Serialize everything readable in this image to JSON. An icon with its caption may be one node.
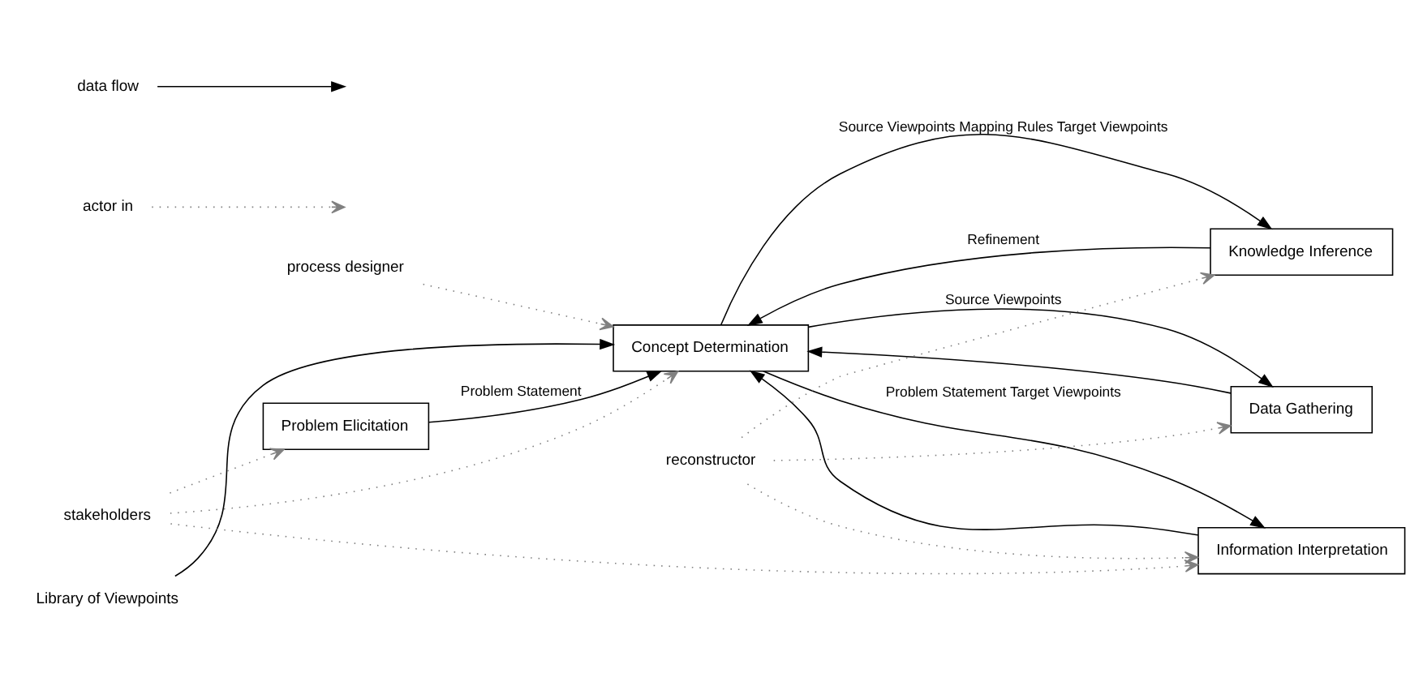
{
  "diagram": {
    "nodes": [
      {
        "text": [
          "Problem Elicitation"
        ]
      },
      {
        "text": [
          "Concept Determination"
        ]
      },
      {
        "text": [
          "Knowledge Inference"
        ]
      },
      {
        "text": [
          "Data Gathering"
        ]
      },
      {
        "text": [
          "Information Interpretation"
        ]
      },
      {
        "text": [
          "Library of Viewpoints"
        ]
      },
      {
        "text": [
          "stakeholders"
        ]
      },
      {
        "text": [
          "process designer"
        ]
      },
      {
        "text": [
          "reconstructor"
        ]
      }
    ],
    "edges": [
      {
        "from": 0,
        "to": 1,
        "arrow": "to",
        "label": "Problem Statement"
      },
      {
        "from": 5,
        "to": 1,
        "arrow": "to"
      },
      {
        "from": 1,
        "to": 4,
        "arrow": "to",
        "label": "Problem Statement Target Viewpoints"
      },
      {
        "from": 1,
        "to": 2,
        "arrow": "to",
        "label": "Source Viewpoints Mapping Rules Target Viewpoints"
      },
      {
        "from": 1,
        "to": 3,
        "arrow": "to",
        "label": "Source Viewpoints"
      },
      {
        "from": 3,
        "to": 1,
        "arrow": "to"
      },
      {
        "from": 2,
        "to": 1,
        "arrow": "to",
        "label": "Refinement"
      },
      {
        "from": 4,
        "to": 1,
        "arrow": "to"
      },
      {
        "from": 6,
        "to": 0,
        "arrow": "to",
        "style": "dashed",
        "color": "#808080"
      },
      {
        "from": 6,
        "to": 1,
        "arrow": "to",
        "style": "dashed",
        "color": "#808080"
      },
      {
        "from": 7,
        "to": 1,
        "arrow": "to",
        "style": "dashed",
        "color": "#808080"
      },
      {
        "from": 8,
        "to": 3,
        "arrow": "to",
        "style": "dashed",
        "color": "#808080"
      },
      {
        "from": 8,
        "to": 2,
        "arrow": "to",
        "style": "dashed",
        "color": "#808080"
      },
      {
        "from": 8,
        "to": 4,
        "arrow": "to",
        "style": "dashed",
        "color": "#808080"
      },
      {
        "from": 6,
        "to": 4,
        "arrow": "to",
        "style": "dashed",
        "color": "#808080"
      }
    ],
    "legend": [
      {
        "text": "data flow"
      },
      {
        "text": "actor in"
      }
    ]
  }
}
